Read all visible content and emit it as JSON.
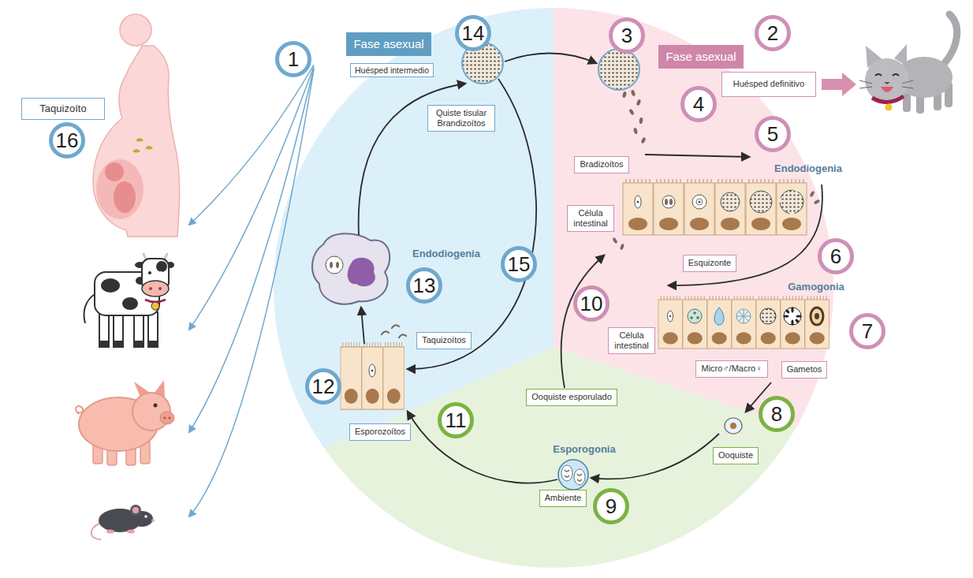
{
  "diagram": {
    "nodes": [
      {
        "text": [
          "1"
        ]
      },
      {
        "text": [
          "Fase asexual"
        ]
      },
      {
        "text": [
          "Huésped intermedio"
        ]
      },
      {
        "text": [
          "14"
        ]
      },
      {
        "text": [
          "3"
        ]
      },
      {
        "text": [
          "Fase asexual"
        ]
      },
      {
        "text": [
          "2"
        ]
      },
      {
        "text": [
          "Huésped definitivo"
        ]
      },
      {
        "text": [
          "Taquizoíto"
        ]
      },
      {
        "text": [
          "16"
        ]
      },
      {
        "text": [
          "4"
        ]
      },
      {
        "text": [
          "Quiste tisular Brandizoítos"
        ]
      },
      {
        "text": [
          "Bradizoítos"
        ]
      },
      {
        "text": [
          "5"
        ]
      },
      {
        "text": [
          "Célula intestinal"
        ]
      },
      {
        "text": [
          "Esquizonte"
        ]
      },
      {
        "text": [
          "6"
        ]
      },
      {
        "text": [
          "15"
        ]
      },
      {
        "text": [
          "13"
        ]
      },
      {
        "text": [
          "10"
        ]
      },
      {
        "text": [
          "Célula intestinal"
        ]
      },
      {
        "text": [
          "Taquizoítos"
        ]
      },
      {
        "text": [
          "7"
        ]
      },
      {
        "text": [
          "Micro♂/Macro♀"
        ]
      },
      {
        "text": [
          "Gametos"
        ]
      },
      {
        "text": [
          "12"
        ]
      },
      {
        "text": [
          "Ooquiste esporulado"
        ]
      },
      {
        "text": [
          "8"
        ]
      },
      {
        "text": [
          "11"
        ]
      },
      {
        "text": [
          "Esporozoítos"
        ]
      },
      {
        "text": [
          "Ooquiste"
        ]
      },
      {
        "text": [
          "Ambiente"
        ]
      },
      {
        "text": [
          "9"
        ]
      }
    ],
    "labels": [
      "Endodiogenia",
      "Endodiogenia",
      "Gamogonia",
      "Esporogonia"
    ]
  }
}
